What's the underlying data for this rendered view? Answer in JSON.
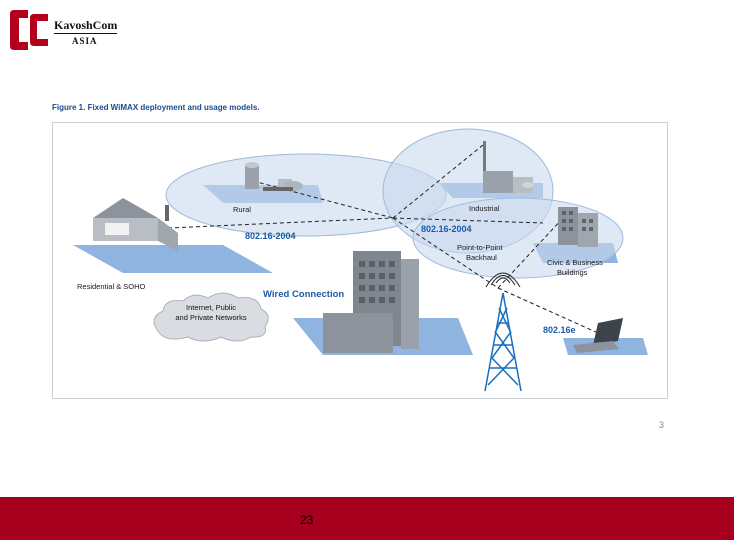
{
  "logo": {
    "name": "KavoshCom",
    "sub": "ASIA"
  },
  "figure": {
    "caption": "Figure 1. Fixed WiMAX deployment and usage models.",
    "labels": {
      "rural": "Rural",
      "industrial": "Industrial",
      "residential": "Residential & SOHO",
      "civic_line1": "Civic & Business",
      "civic_line2": "Buildings",
      "ptp_line1": "Point-to-Point",
      "ptp_line2": "Backhaul",
      "std_left": "802.16-2004",
      "std_right": "802.16-2004",
      "std_mobile": "802.16e",
      "wired": "Wired Connection",
      "cloud_line1": "Internet, Public",
      "cloud_line2": "and Private Networks"
    }
  },
  "page_small_number": "3",
  "footer": {
    "page_number": "23"
  },
  "colors": {
    "footer": "#a7001e",
    "accent_blue": "#1b5aa8",
    "ellipse": "#c9d9ee",
    "tower": "#1a6fc0"
  }
}
